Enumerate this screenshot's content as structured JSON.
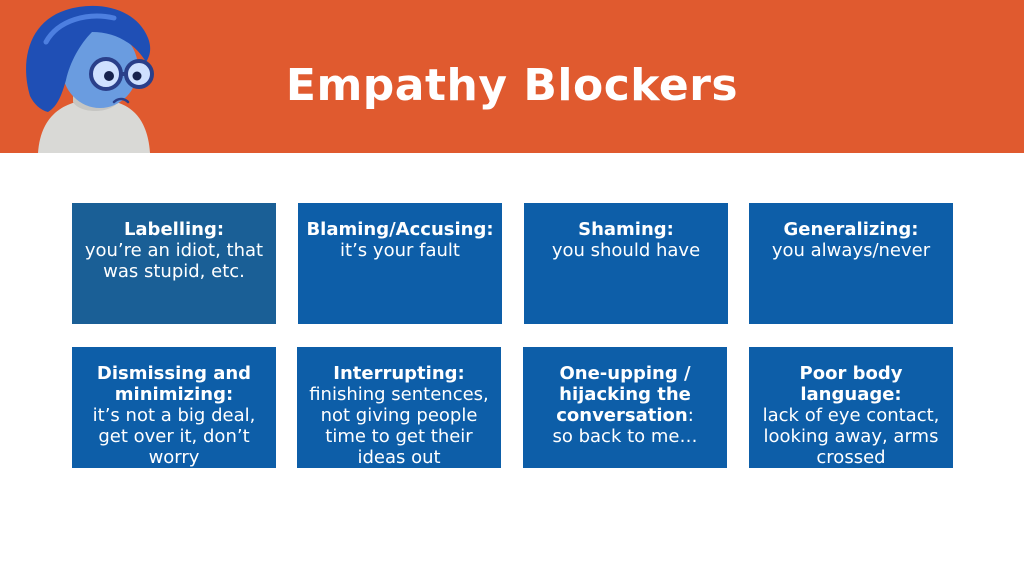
{
  "slide": {
    "title": "Empathy Blockers",
    "header_color": "#e05a2f",
    "card_color": "#0d5ea8"
  },
  "mascot": {
    "icon": "sadness-character-icon"
  },
  "cards": [
    {
      "heading": "Labelling:",
      "text": "you’re an idiot, that was stupid, etc."
    },
    {
      "heading": "Blaming/Accusing:",
      "text": "it’s your fault"
    },
    {
      "heading": "Shaming:",
      "text": "you should have"
    },
    {
      "heading": "Generalizing:",
      "text": "you always/never"
    },
    {
      "heading": "Dismissing and minimizing:",
      "text": "it’s not a big deal, get over it, don’t worry"
    },
    {
      "heading": "Interrupting:",
      "text": "finishing sentences, not giving people time to get their ideas out"
    },
    {
      "heading": "One-upping / hijacking the conversation",
      "heading_tail": ":",
      "text": "so back to me…"
    },
    {
      "heading": "Poor body language:",
      "text": "lack of eye contact, looking away, arms crossed"
    }
  ]
}
